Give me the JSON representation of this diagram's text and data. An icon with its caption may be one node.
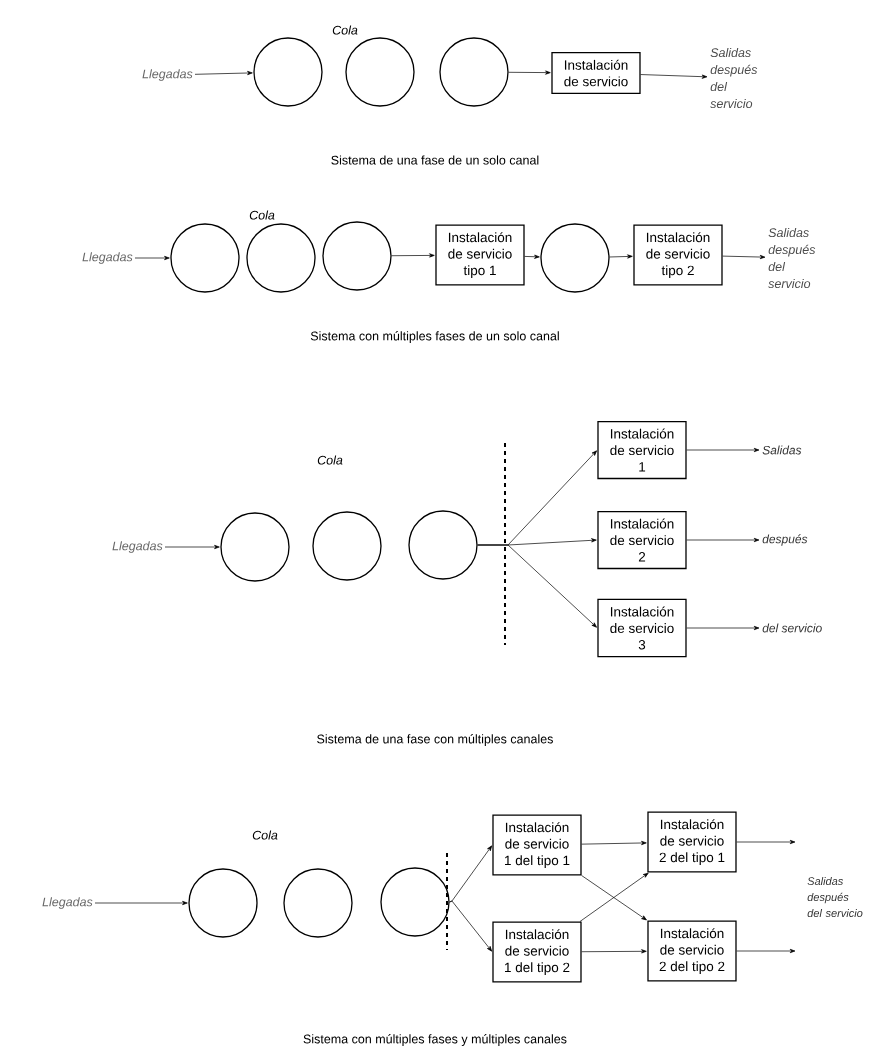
{
  "diagram": {
    "nodes": [
      {
        "text": [
          "Llegadas"
        ]
      },
      {
        "text": [],
        "shape": "circle"
      },
      {
        "text": [],
        "shape": "circle"
      },
      {
        "text": [],
        "shape": "circle"
      },
      {
        "text": [
          "Instalación de servicio"
        ]
      },
      {
        "text": [
          "Salidas después del servicio"
        ]
      },
      {
        "text": [
          "Llegadas"
        ]
      },
      {
        "text": [],
        "shape": "circle"
      },
      {
        "text": [],
        "shape": "circle"
      },
      {
        "text": [],
        "shape": "circle"
      },
      {
        "text": [
          "Instalación de servicio tipo 1"
        ]
      },
      {
        "text": [],
        "shape": "circle"
      },
      {
        "text": [
          "Instalación de servicio tipo 2"
        ]
      },
      {
        "text": [
          "Salidas después del servicio"
        ]
      },
      {
        "text": [
          "Llegadas"
        ]
      },
      {
        "text": [],
        "shape": "circle"
      },
      {
        "text": [],
        "shape": "circle"
      },
      {
        "text": [],
        "shape": "circle"
      },
      {
        "text": [
          "Instalación de servicio 1"
        ]
      },
      {
        "text": [
          "Instalación de servicio 2"
        ]
      },
      {
        "text": [
          "Instalación de servicio 3"
        ]
      },
      {
        "text": [
          "Salidas"
        ]
      },
      {
        "text": [
          "después"
        ]
      },
      {
        "text": [
          "del servicio"
        ]
      },
      {
        "text": [
          "Llegadas"
        ]
      },
      {
        "text": [],
        "shape": "circle"
      },
      {
        "text": [],
        "shape": "circle"
      },
      {
        "text": [],
        "shape": "circle"
      },
      {
        "text": [
          "Instalación de servicio 1 del tipo 1"
        ]
      },
      {
        "text": [
          "Instalación de servicio 1 del tipo 2"
        ]
      },
      {
        "text": [
          "Instalación de servicio 2 del tipo 1"
        ]
      },
      {
        "text": [
          "Instalación de servicio 2 del tipo 2"
        ]
      }
    ],
    "edges": [
      {
        "from": 0,
        "to": 1,
        "arrow": "to"
      },
      {
        "from": 3,
        "to": 4,
        "arrow": "to"
      },
      {
        "from": 4,
        "to": 5,
        "arrow": "to"
      },
      {
        "from": 6,
        "to": 7,
        "arrow": "to"
      },
      {
        "from": 9,
        "to": 10,
        "arrow": "to"
      },
      {
        "from": 10,
        "to": 11,
        "arrow": "to"
      },
      {
        "from": 11,
        "to": 12,
        "arrow": "to"
      },
      {
        "from": 12,
        "to": 13,
        "arrow": "to"
      },
      {
        "from": 14,
        "to": 15,
        "arrow": "to"
      },
      {
        "from": 17,
        "to": 18,
        "arrow": "to"
      },
      {
        "from": 17,
        "to": 19,
        "arrow": "to"
      },
      {
        "from": 17,
        "to": 20,
        "arrow": "to"
      },
      {
        "from": 18,
        "to": 21,
        "arrow": "to"
      },
      {
        "from": 19,
        "to": 22,
        "arrow": "to"
      },
      {
        "from": 20,
        "to": 23,
        "arrow": "to"
      },
      {
        "from": 24,
        "to": 25,
        "arrow": "to"
      },
      {
        "from": 27,
        "to": 28,
        "arrow": "to"
      },
      {
        "from": 27,
        "to": 29,
        "arrow": "to"
      },
      {
        "from": 28,
        "to": 30,
        "arrow": "to"
      },
      {
        "from": 28,
        "to": 31,
        "arrow": "to"
      },
      {
        "from": 29,
        "to": 30,
        "arrow": "to"
      },
      {
        "from": 29,
        "to": 31,
        "arrow": "to"
      },
      {
        "from": 30,
        "to": null,
        "arrow": "to"
      },
      {
        "from": 31,
        "to": null,
        "arrow": "to"
      }
    ],
    "labels": [
      "Cola",
      "Sistema de una fase de un solo canal",
      "Cola",
      "Sistema con múltiples fases de un solo canal",
      "Cola",
      "Sistema de una fase con múltiples canales",
      "Cola",
      "Salidas después del servicio",
      "Sistema con múltiples fases y múltiples canales"
    ]
  }
}
